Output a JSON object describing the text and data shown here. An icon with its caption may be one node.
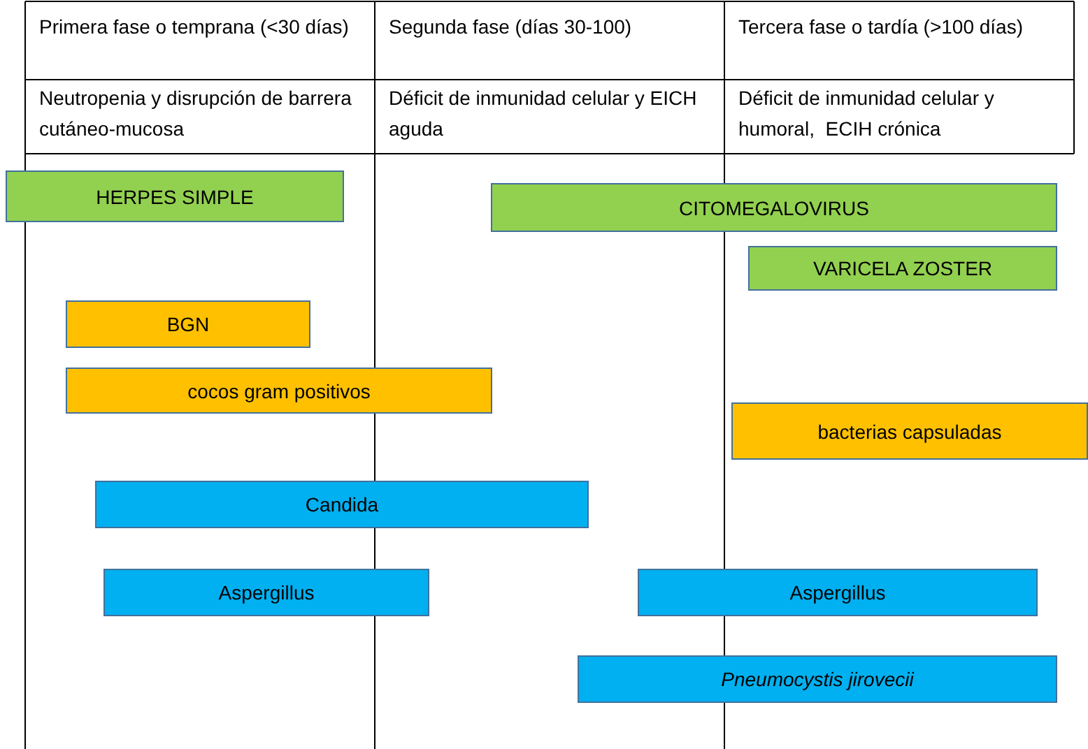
{
  "diagram": {
    "nodes": [
      {
        "text": [
          "HERPES SIMPLE"
        ]
      },
      {
        "text": [
          "CITOMEGALOVIRUS"
        ]
      },
      {
        "text": [
          "VARICELA ZOSTER"
        ]
      },
      {
        "text": [
          "BGN"
        ]
      },
      {
        "text": [
          "cocos gram positivos"
        ]
      },
      {
        "text": [
          "bacterias capsuladas"
        ]
      },
      {
        "text": [
          "Candida"
        ]
      },
      {
        "text": [
          "Aspergillus"
        ]
      },
      {
        "text": [
          "Aspergillus"
        ]
      },
      {
        "text": [
          "Pneumocystis jirovecii"
        ]
      }
    ],
    "labels": [
      "Primera fase o temprana (<30 días)",
      "Segunda fase (días 30-100)",
      "Tercera fase o tardía (>100 días)",
      "Neutropenia y disrupción de barrera cutáneo-mucosa",
      "Déficit de inmunidad celular y EICH aguda",
      "Déficit de inmunidad celular y humoral,  ECIH crónica"
    ]
  }
}
